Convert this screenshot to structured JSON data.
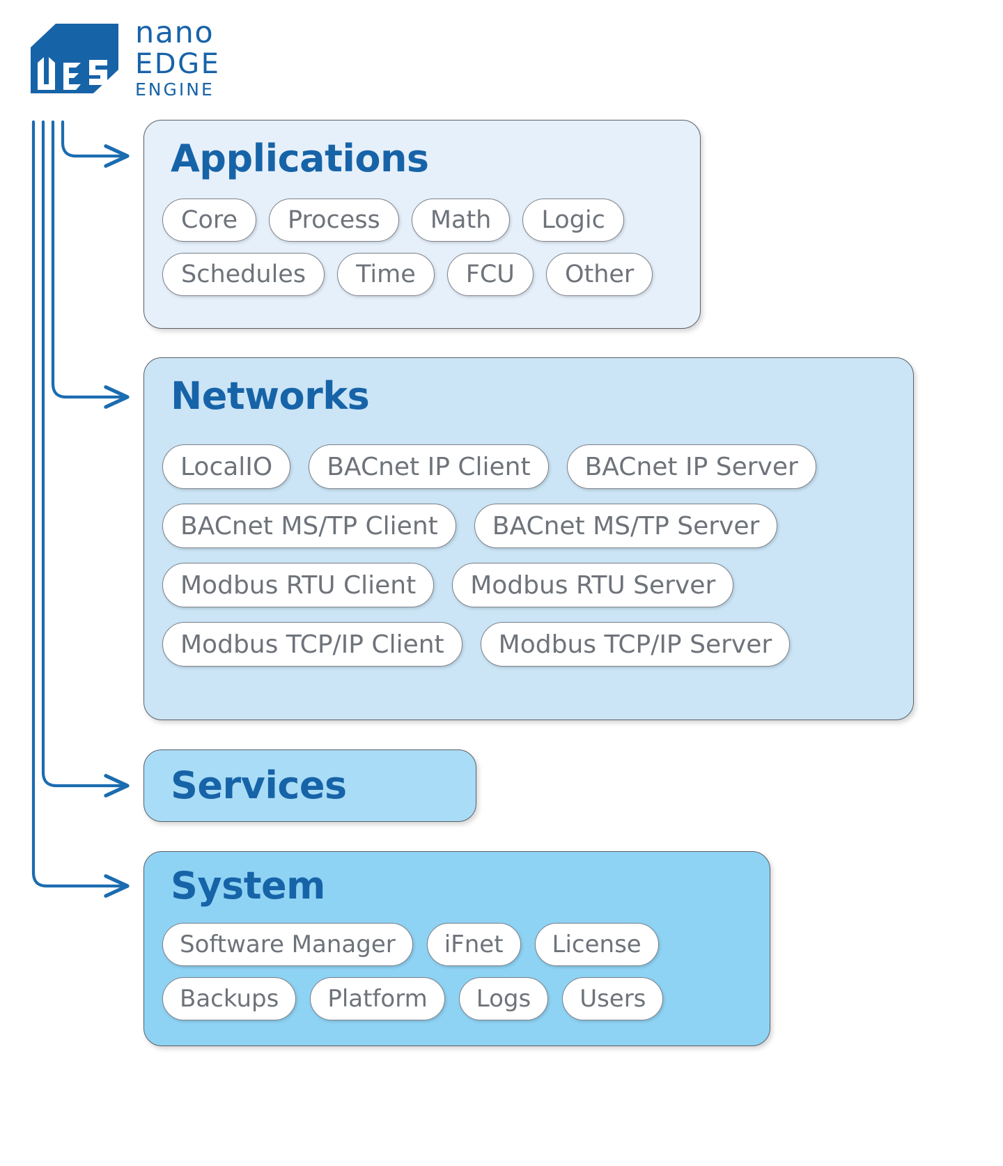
{
  "logo": {
    "mark_name": "nee-isometric-logo",
    "wordmark": {
      "line1": "nano",
      "line2": "EDGE",
      "line3": "ENGINE"
    },
    "brand_color": "#1763a8"
  },
  "colors": {
    "brand_blue": "#1763a8",
    "connector_blue": "#1b6cb0",
    "applications_fill": "#e6f0fa",
    "networks_fill": "#cbe5f6",
    "services_fill": "#a9dcf6",
    "system_fill": "#8fd3f4",
    "pill_border": "#7d8189",
    "pill_text": "#6e737a",
    "box_border": "#5a5f66"
  },
  "sections": [
    {
      "id": "applications",
      "title": "Applications",
      "rows": [
        [
          "Core",
          "Process",
          "Math",
          "Logic"
        ],
        [
          "Schedules",
          "Time",
          "FCU",
          "Other"
        ]
      ]
    },
    {
      "id": "networks",
      "title": "Networks",
      "rows": [
        [
          "LocalIO",
          "BACnet IP Client",
          "BACnet IP Server"
        ],
        [
          "BACnet MS/TP Client",
          "BACnet MS/TP Server"
        ],
        [
          "Modbus RTU Client",
          "Modbus RTU Server"
        ],
        [
          "Modbus TCP/IP Client",
          "Modbus TCP/IP Server"
        ]
      ]
    },
    {
      "id": "services",
      "title": "Services",
      "rows": []
    },
    {
      "id": "system",
      "title": "System",
      "rows": [
        [
          "Software Manager",
          "iFnet",
          "License"
        ],
        [
          "Backups",
          "Platform",
          "Logs",
          "Users"
        ]
      ]
    }
  ],
  "connectors": [
    {
      "name": "connector-to-applications",
      "target": "Applications"
    },
    {
      "name": "connector-to-networks",
      "target": "Networks"
    },
    {
      "name": "connector-to-services",
      "target": "Services"
    },
    {
      "name": "connector-to-system",
      "target": "System"
    }
  ]
}
